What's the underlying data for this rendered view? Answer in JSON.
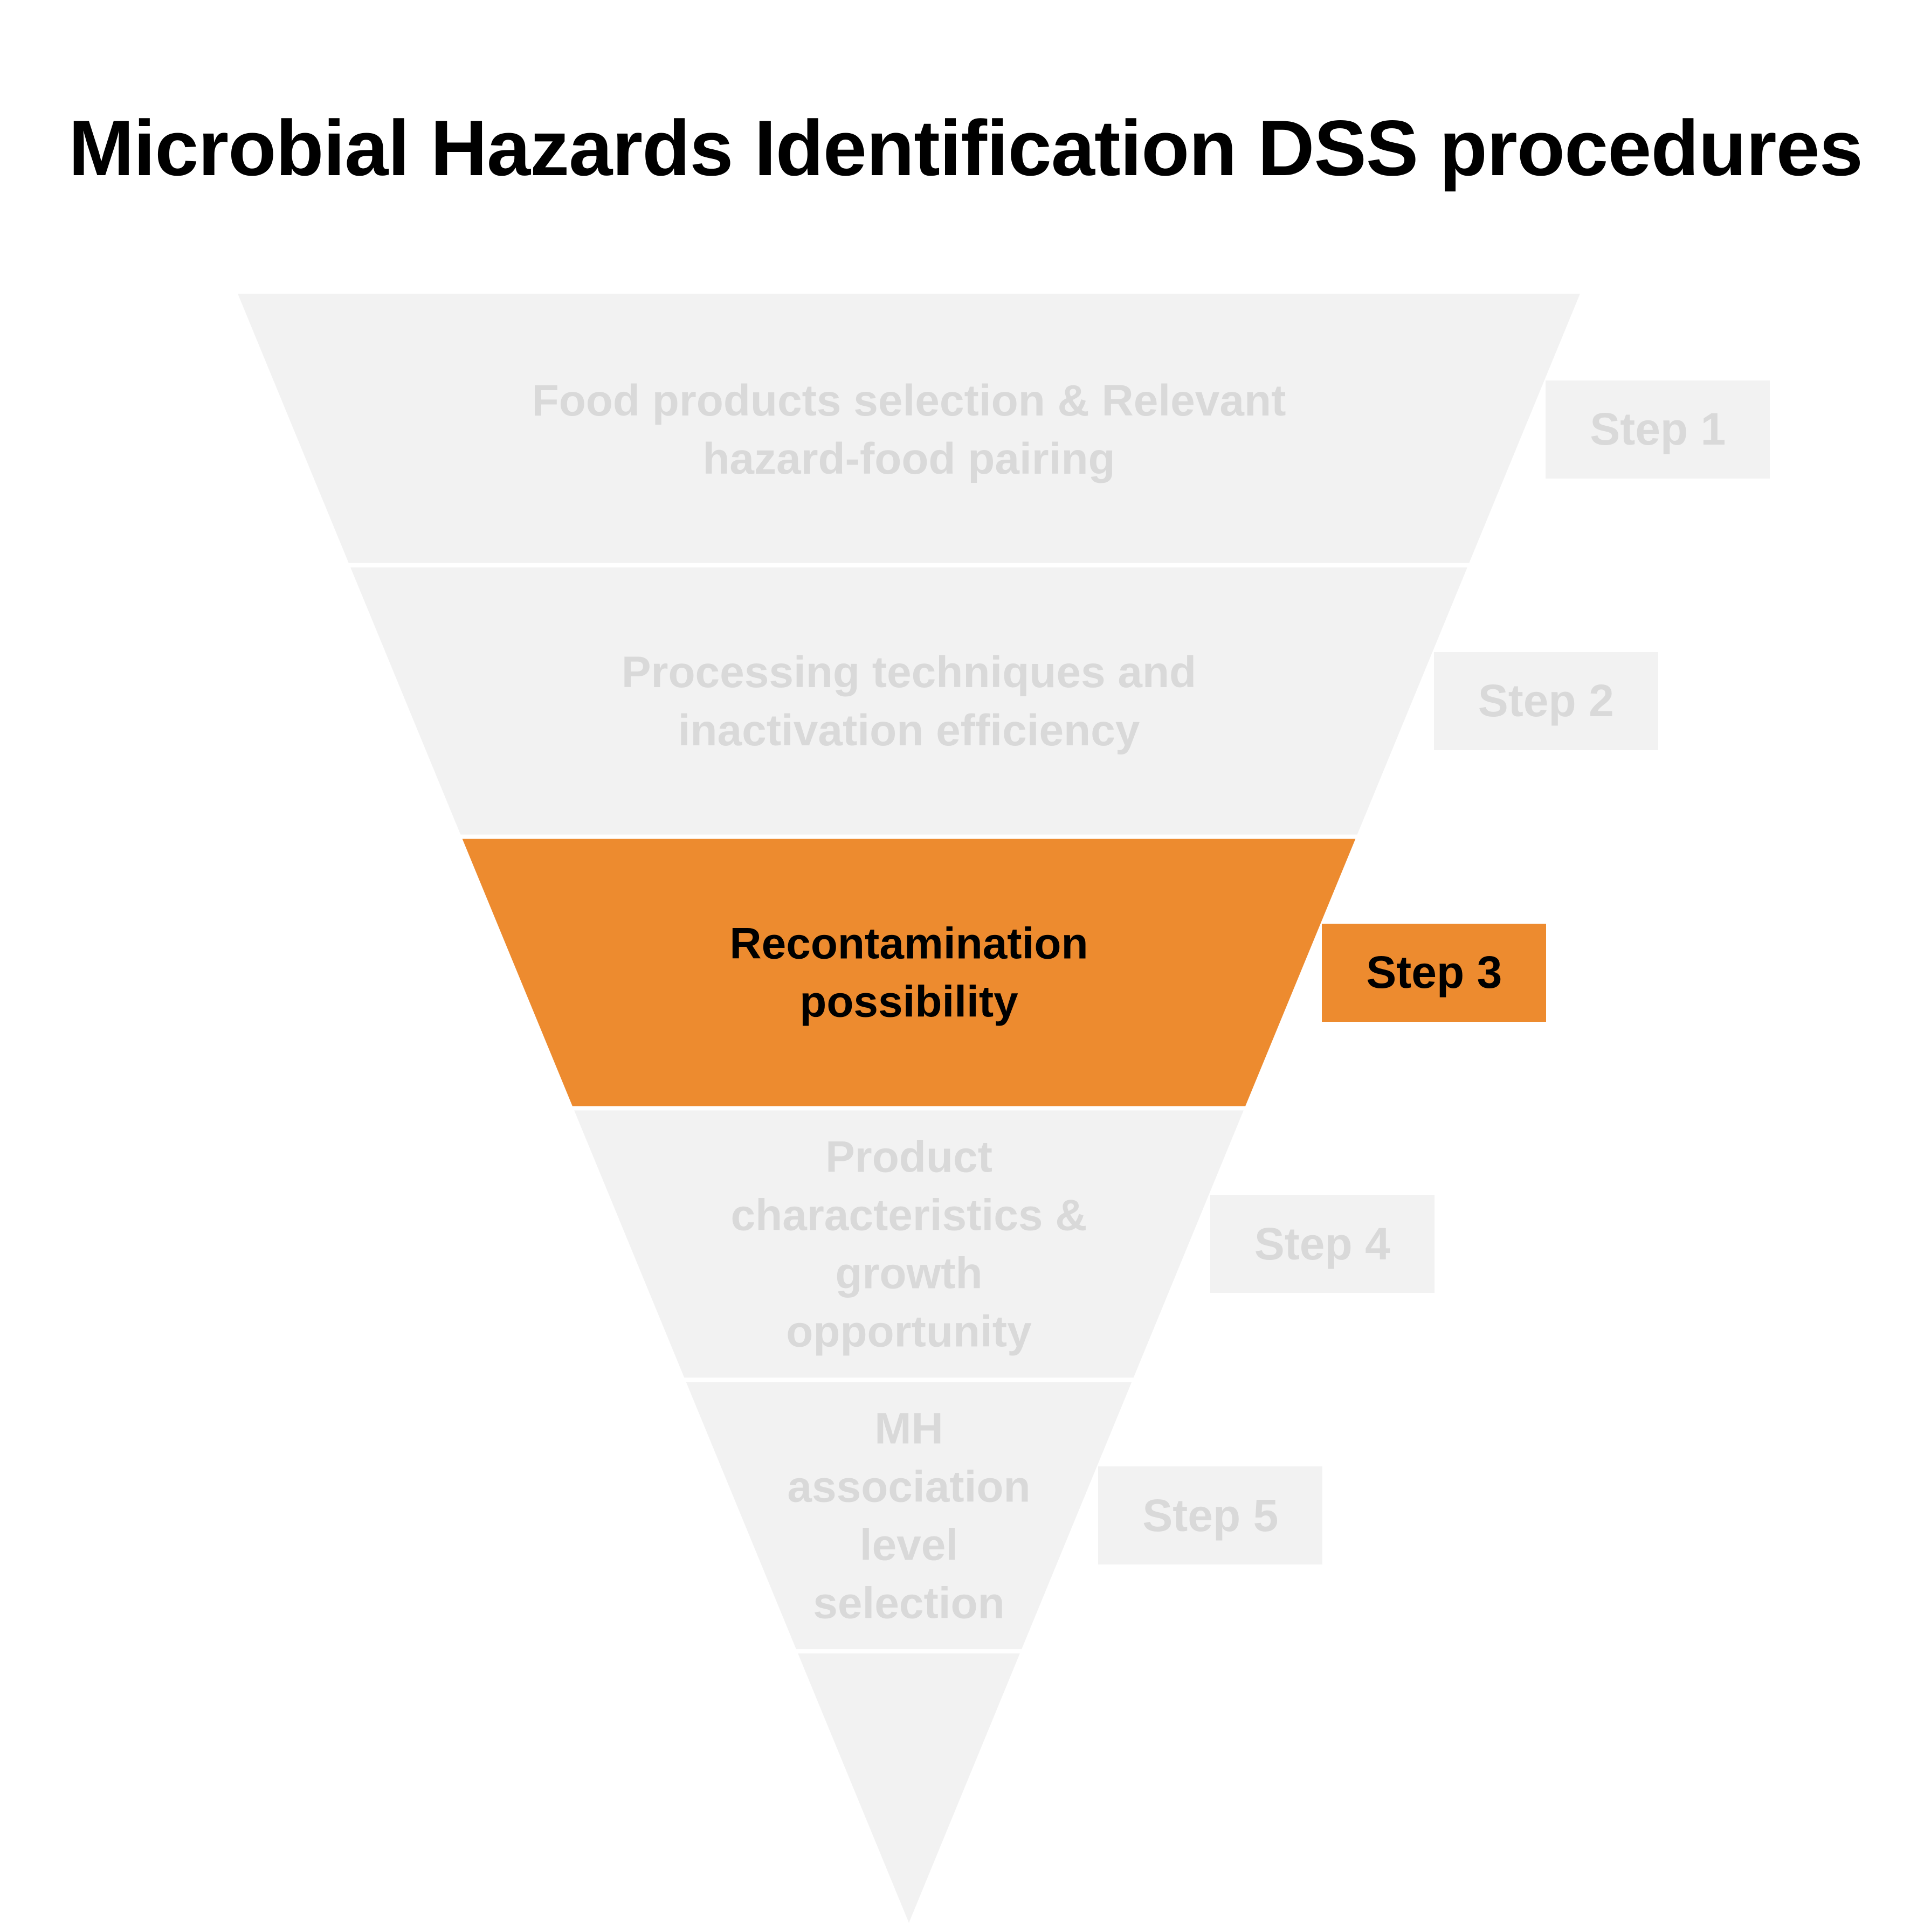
{
  "title": "Microbial Hazards Identification DSS procedures",
  "colors": {
    "inactive_fill": "#f2f2f2",
    "inactive_text": "#d9d9d9",
    "active_fill": "#ed8b2f",
    "active_text": "#000000"
  },
  "stages": [
    {
      "lines": [
        "Food products selection & Relevant",
        "hazard-food pairing"
      ],
      "step": "Step 1",
      "active": false
    },
    {
      "lines": [
        "Processing techniques and",
        "inactivation efficiency"
      ],
      "step": "Step 2",
      "active": false
    },
    {
      "lines": [
        "Recontamination",
        "possibility"
      ],
      "step": "Step 3",
      "active": true
    },
    {
      "lines": [
        "Product",
        "characteristics &",
        "growth",
        "opportunity"
      ],
      "step": "Step 4",
      "active": false
    },
    {
      "lines": [
        "MH",
        "association",
        "level",
        "selection"
      ],
      "step": "Step 5",
      "active": false
    },
    {
      "lines": [],
      "step": "",
      "active": false
    }
  ]
}
